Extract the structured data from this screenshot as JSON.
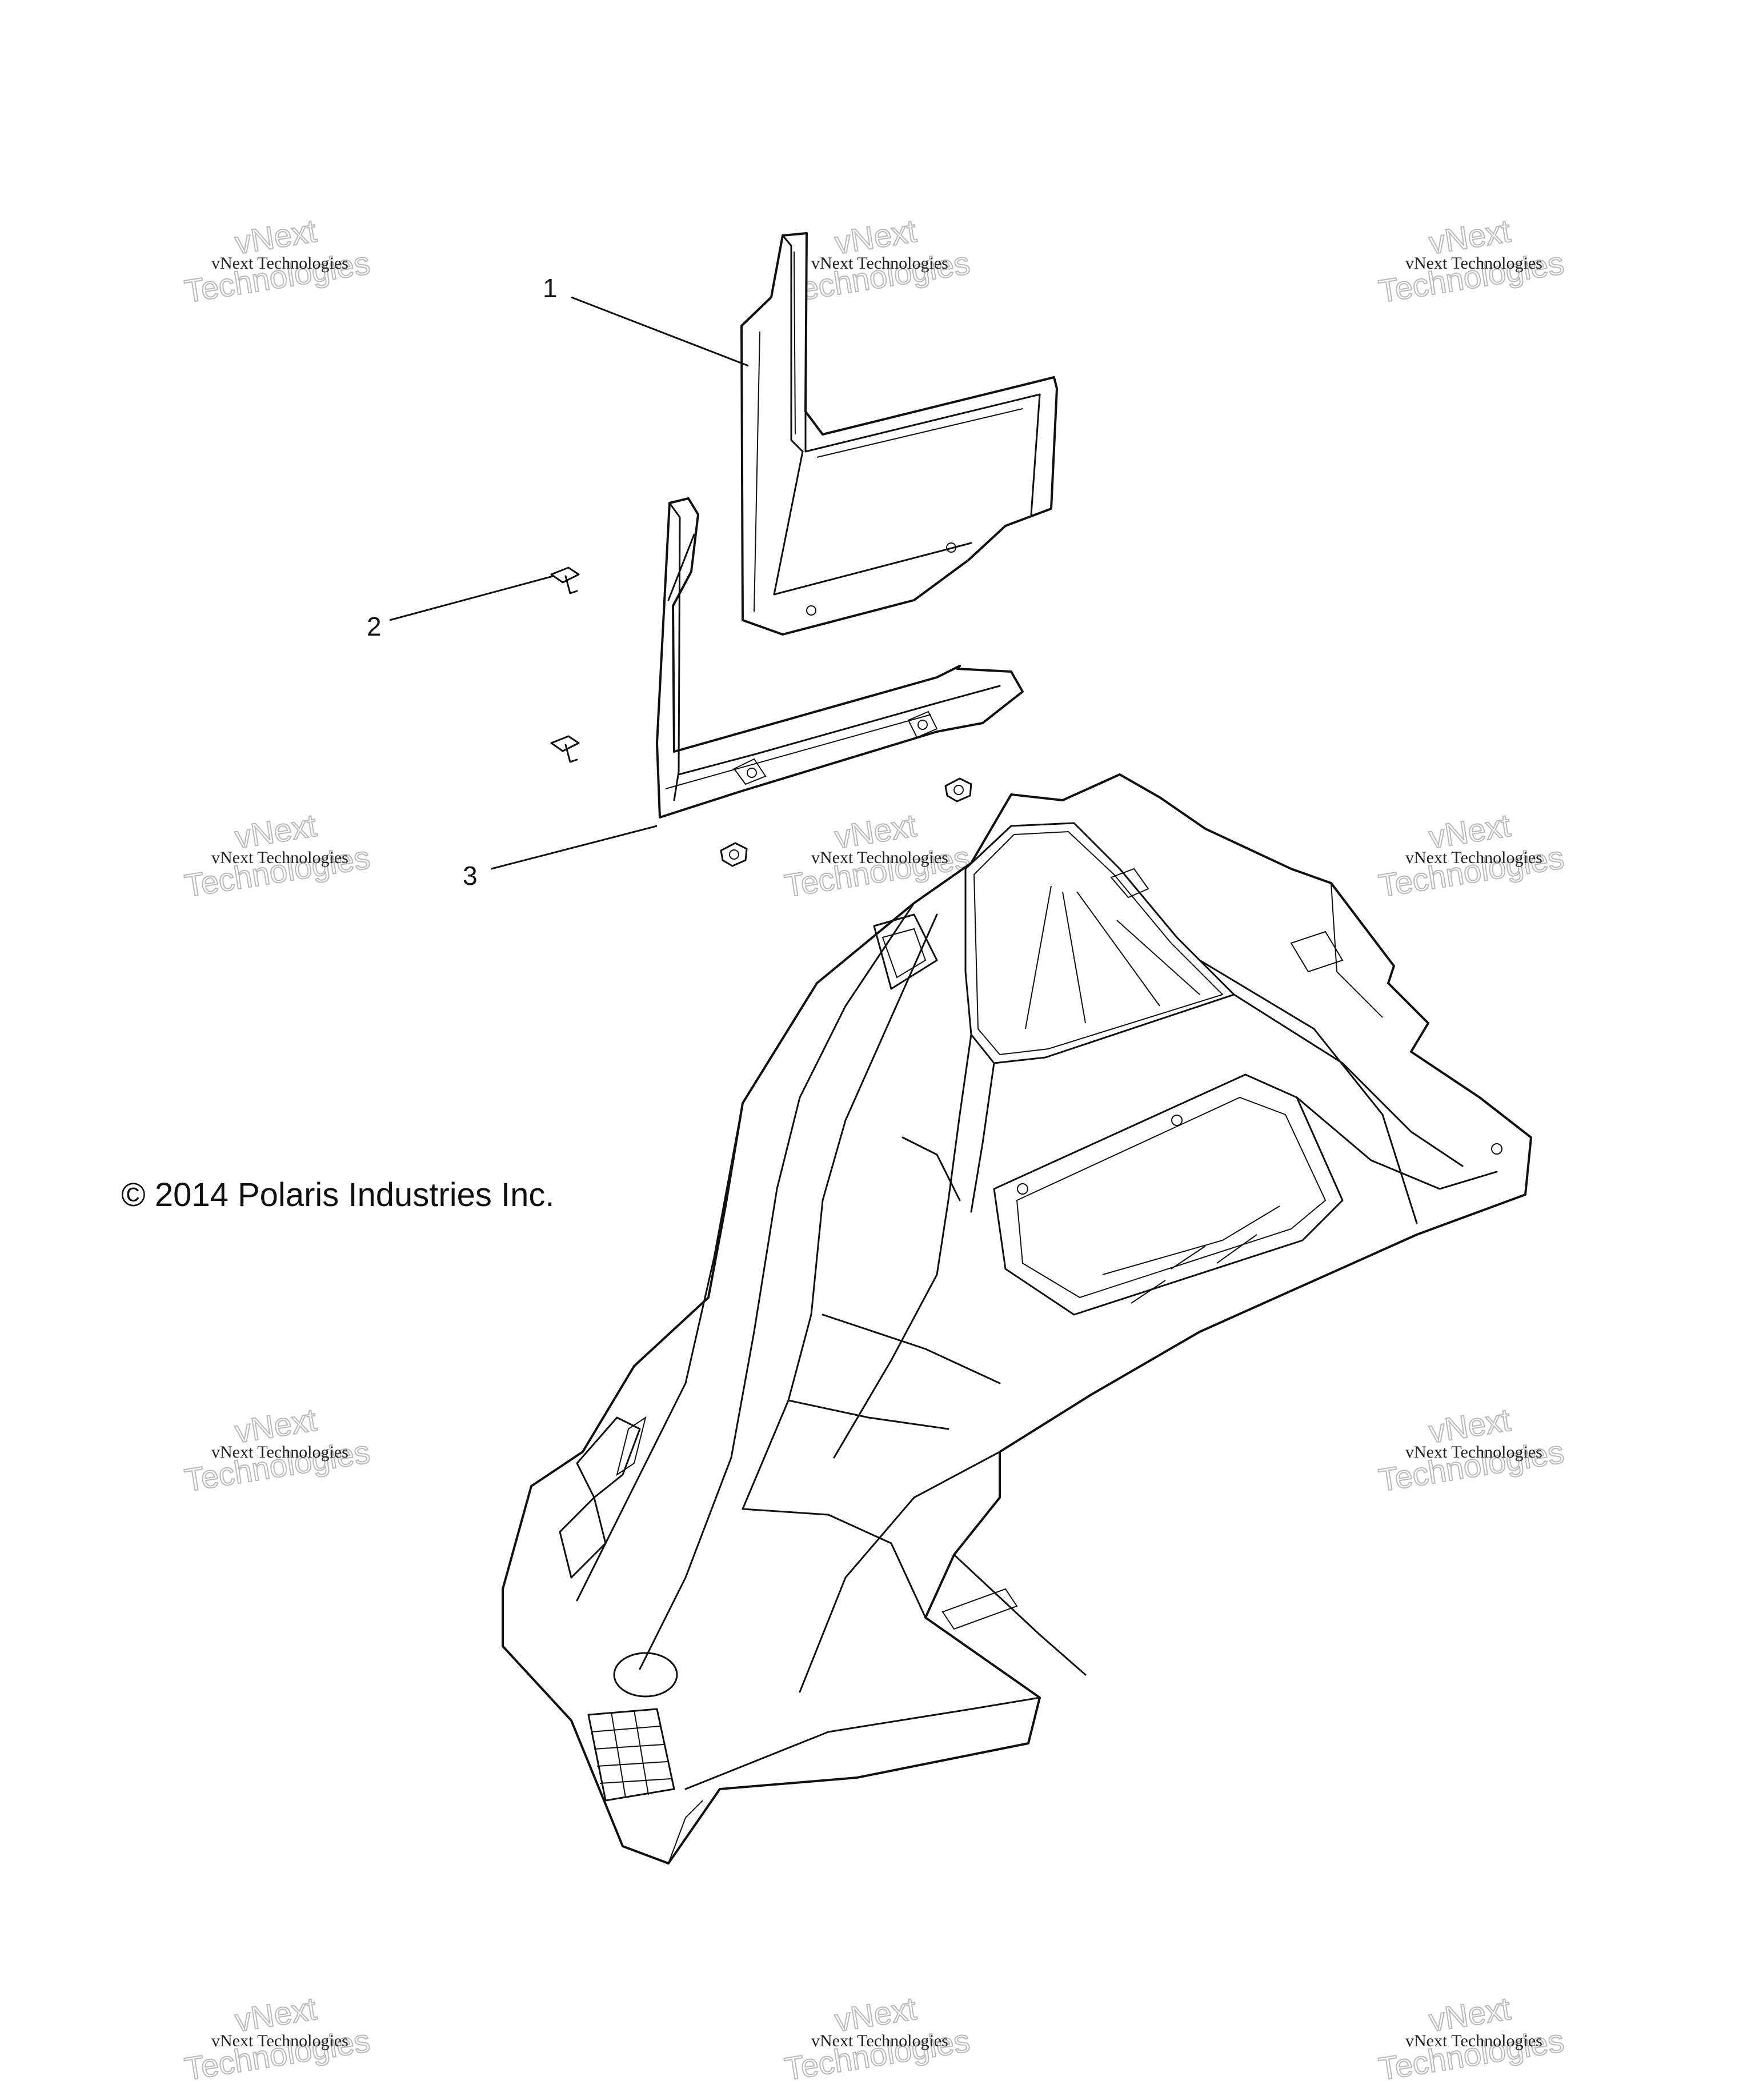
{
  "callouts": [
    {
      "id": "callout-1",
      "label": "1"
    },
    {
      "id": "callout-2",
      "label": "2"
    },
    {
      "id": "callout-3",
      "label": "3"
    }
  ],
  "copyright": "© 2014 Polaris Industries Inc.",
  "watermark": {
    "small": "vNext Technologies",
    "big_line1": "vNext",
    "big_line2": "Technologies"
  },
  "colors": {
    "line": "#111111",
    "watermark": "#b9b9b9",
    "background": "#ffffff"
  }
}
